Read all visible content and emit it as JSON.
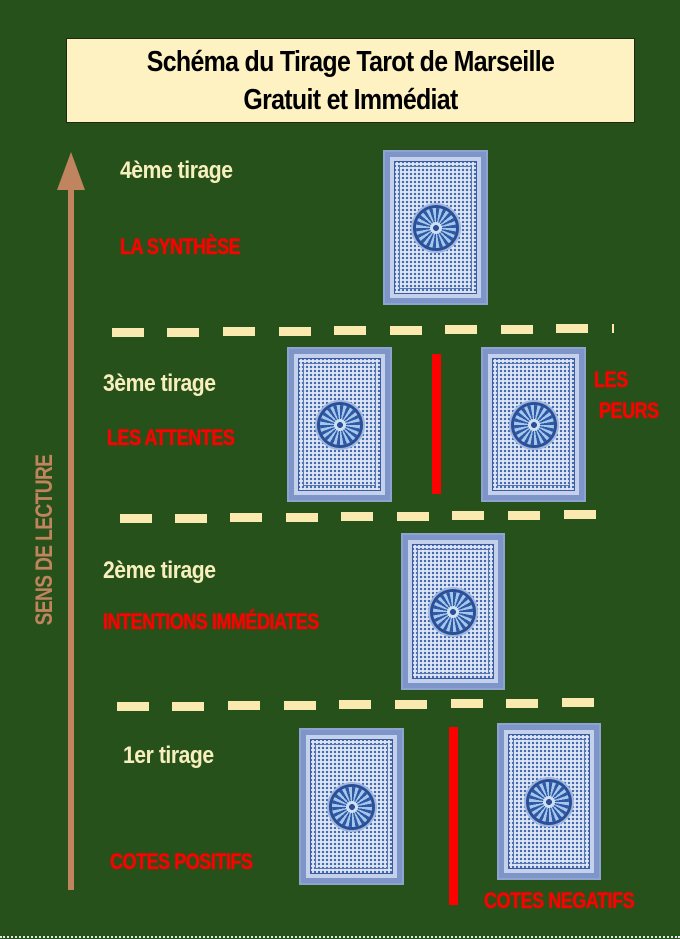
{
  "title": {
    "line1": "Schéma du Tirage Tarot de Marseille",
    "line2": "Gratuit et Immédiat"
  },
  "reading_direction": {
    "label": "SENS DE LECTURE",
    "icon": "up-arrow-icon"
  },
  "tiers": [
    {
      "label": "4ème tirage",
      "meanings": [
        "LA SYNTHÈSE"
      ],
      "cards": 1
    },
    {
      "label": "3ème  tirage",
      "meanings": [
        "LES ATTENTES",
        "LES",
        "PEURS"
      ],
      "cards": 2
    },
    {
      "label": "2ème  tirage",
      "meanings": [
        "INTENTIONS IMMÉDIATES"
      ],
      "cards": 1
    },
    {
      "label": "1er tirage",
      "meanings": [
        "COTES POSITIFS",
        "COTES NEGATIFS"
      ],
      "cards": 2
    }
  ],
  "colors": {
    "background": "#27511a",
    "title_box": "#fff2c2",
    "tier_label": "#f8efbe",
    "meaning_label": "#ff0000",
    "arrow": "#c0845e",
    "separator_dash": "#fbeab0",
    "card_back": "#3c66ad"
  }
}
